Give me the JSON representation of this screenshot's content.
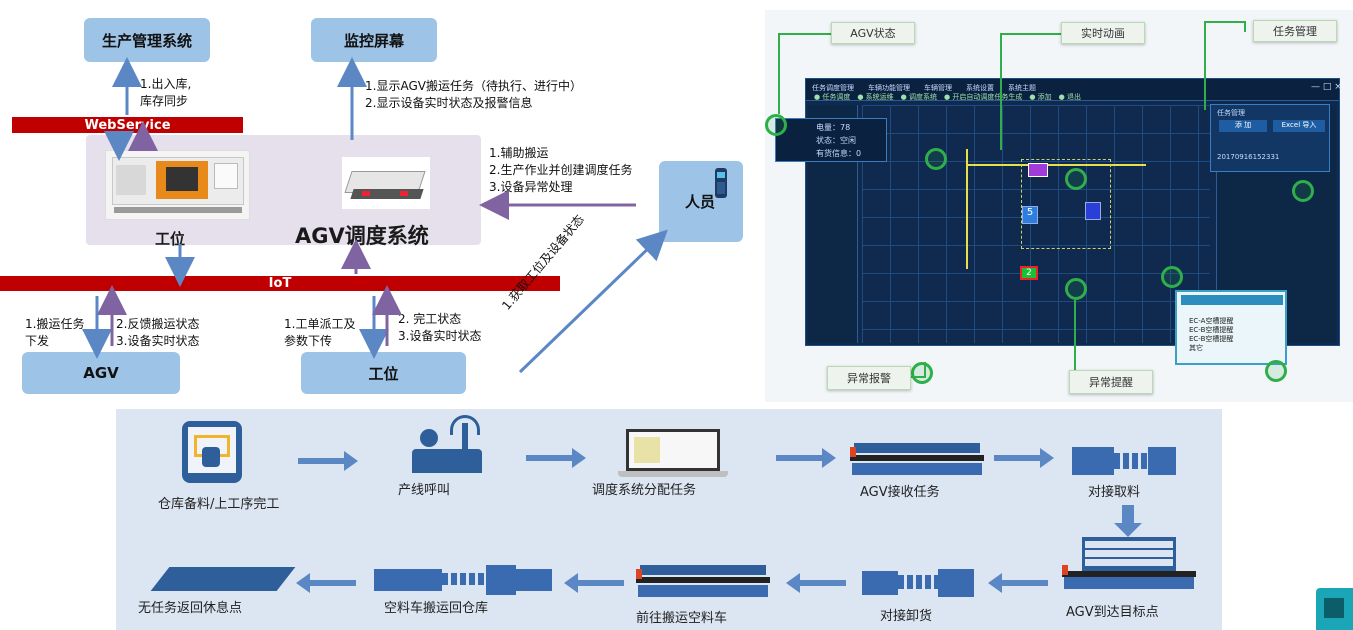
{
  "left": {
    "production_system": "生产管理系统",
    "monitor_screen": "监控屏幕",
    "webservice": "WebService",
    "iot": "IoT",
    "dispatch_system": "AGV调度系统",
    "station_top": "工位",
    "person": "人员",
    "agv": "AGV",
    "station_bottom": "工位",
    "note_production": [
      "1.出入库,",
      "库存同步"
    ],
    "note_monitor": [
      "1.显示AGV搬运任务（待执行、进行中）",
      "2.显示设备实时状态及报警信息"
    ],
    "note_person": [
      "1.辅助搬运",
      "2.生产作业并创建调度任务",
      "3.设备异常处理"
    ],
    "note_agv_down": [
      "1.搬运任务",
      "下发"
    ],
    "note_agv_up": [
      "2.反馈搬运状态",
      "3.设备实时状态"
    ],
    "note_station_down": [
      "1.工单派工及",
      "参数下传"
    ],
    "note_station_up": [
      "2. 完工状态",
      "3.设备实时状态"
    ],
    "note_diagonal": "1.获取工位及设备状态"
  },
  "right": {
    "callouts": {
      "agv_status": "AGV状态",
      "realtime_anim": "实时动画",
      "task_mgmt": "任务管理",
      "abnormal_alarm": "异常报警",
      "abnormal_remind": "异常提醒"
    },
    "status_popup": [
      "电量：78",
      "状态：空闲",
      "有货信息：0"
    ],
    "task_panel_title": "任务管理",
    "task_add": "添 加",
    "task_import": "Excel 导入",
    "task_row": "20170916152331",
    "remind_items": [
      "EC-A空槽提醒",
      "EC-B空槽提醒",
      "EC-B空槽提醒",
      "其它"
    ],
    "markers": [
      "5",
      "2"
    ]
  },
  "flow": {
    "steps": [
      "仓库备料/上工序完工",
      "产线呼叫",
      "调度系统分配任务",
      "AGV接收任务",
      "对接取料",
      "AGV到达目标点",
      "对接卸货",
      "前往搬运空料车",
      "空料车搬运回仓库",
      "无任务返回休息点"
    ]
  },
  "colors": {
    "box": "#9dc3e6",
    "red_bar": "#c00000",
    "arrow_blue": "#5b87c5",
    "arrow_purple": "#8064a2",
    "dispatch_panel": "#e6e0ec",
    "flow_bg": "#dce6f2",
    "callout_green": "#2fae49"
  },
  "icons": [
    "workstation-machine-icon",
    "agv-robot-icon",
    "handheld-terminal-icon",
    "tablet-hand-icon",
    "operator-call-icon",
    "laptop-icon",
    "agv-conveyor-icon",
    "docking-arm-icon",
    "pallet-rest-icon"
  ]
}
